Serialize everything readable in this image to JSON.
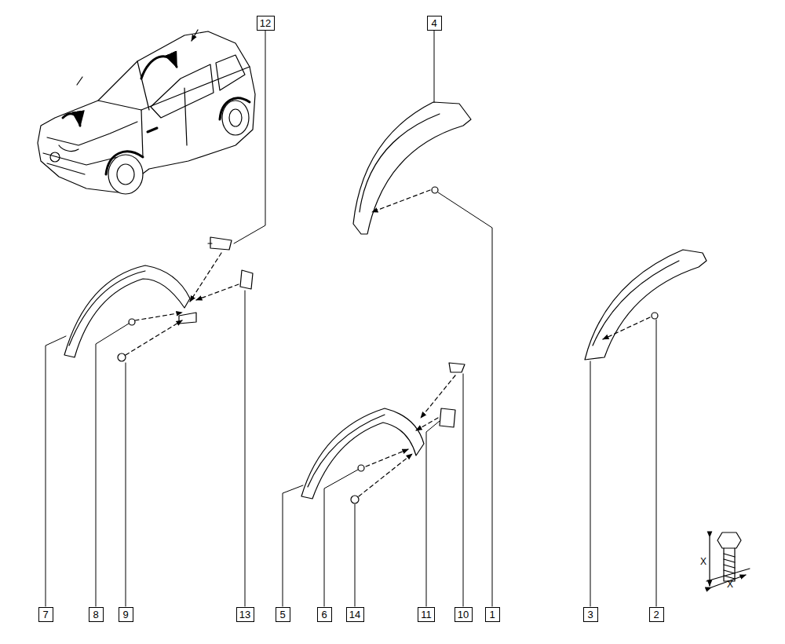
{
  "diagram": {
    "nodes": [
      {
        "text": [
          "12"
        ]
      },
      {
        "text": [
          "4"
        ]
      },
      {
        "text": [
          "7"
        ]
      },
      {
        "text": [
          "8"
        ]
      },
      {
        "text": [
          "9"
        ]
      },
      {
        "text": [
          "13"
        ]
      },
      {
        "text": [
          "5"
        ]
      },
      {
        "text": [
          "6"
        ]
      },
      {
        "text": [
          "14"
        ]
      },
      {
        "text": [
          "11"
        ]
      },
      {
        "text": [
          "10"
        ]
      },
      {
        "text": [
          "1"
        ]
      },
      {
        "text": [
          "3"
        ]
      },
      {
        "text": [
          "2"
        ]
      }
    ],
    "edges": [],
    "labels": [
      "X",
      "X"
    ]
  }
}
